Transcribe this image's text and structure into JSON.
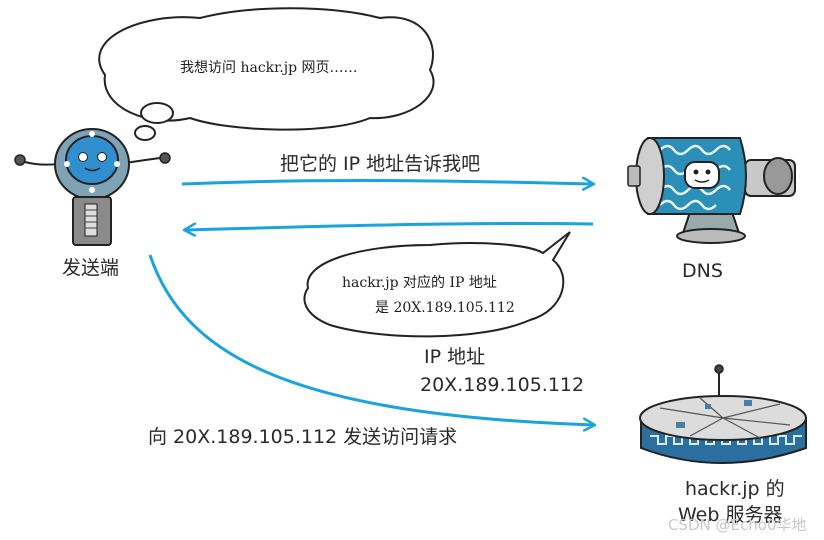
{
  "thought_bubble": {
    "text": "我想访问 hackr.jp 网页……"
  },
  "request_label": "把它的 IP 地址告诉我吧",
  "sender_label": "发送端",
  "dns_label": "DNS",
  "speech_bubble": {
    "line1": "hackr.jp 对应的 IP 地址",
    "line2": "是 20X.189.105.112"
  },
  "ip_label": {
    "line1": "IP 地址",
    "line2": "20X.189.105.112"
  },
  "access_label": "向 20X.189.105.112 发送访问请求",
  "server_label": {
    "line1": "hackr.jp 的",
    "line2": "Web 服务器"
  },
  "watermark": "CSDN @Echo0华地",
  "colors": {
    "arrow": "#1aa3dd",
    "robot_body": "#7fa3b5",
    "robot_face": "#2f8fcf",
    "dns_body": "#2b8fb8",
    "server_band": "#2b6fa0",
    "outline": "#222222"
  }
}
